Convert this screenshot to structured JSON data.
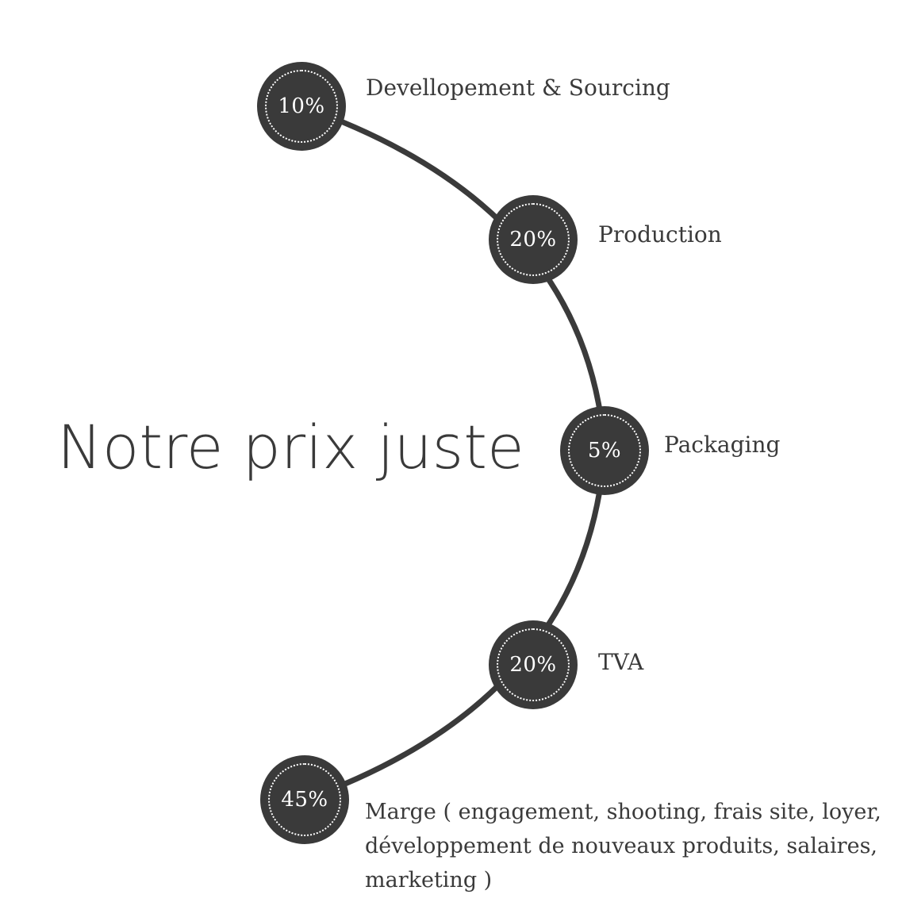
{
  "title": "Notre prix juste",
  "colors": {
    "node_fill": "#3a3a3a",
    "arc_stroke": "#3a3a3a",
    "text": "#3a3a3a",
    "node_text": "#ffffff"
  },
  "steps": [
    {
      "percent": "10%",
      "label": "Devellopement & Sourcing"
    },
    {
      "percent": "20%",
      "label": "Production"
    },
    {
      "percent": "5%",
      "label": "Packaging"
    },
    {
      "percent": "20%",
      "label": "TVA"
    },
    {
      "percent": "45%",
      "label": "Marge ( engagement, shooting, frais site, loyer, développement de nouveaux produits, salaires, marketing )"
    }
  ]
}
